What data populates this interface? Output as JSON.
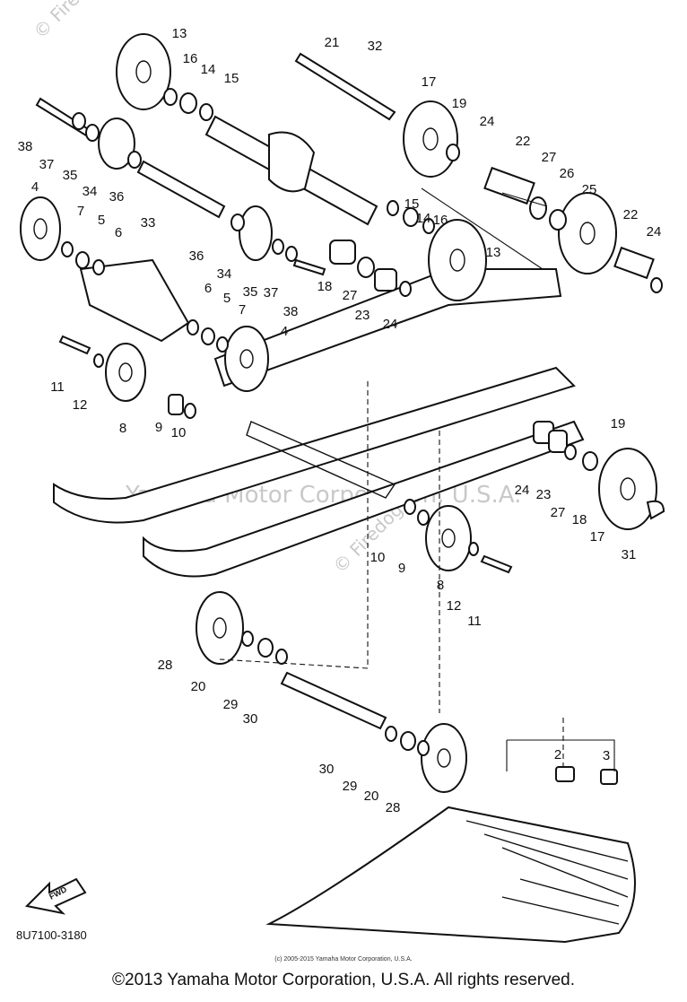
{
  "diagram_code": "8U7100-3180",
  "fwd_label": "FWD",
  "watermarks": {
    "center": "Yamaha Motor Corporation, U.S.A.",
    "side": "© Firedog.com",
    "mid": "© Firedog.com"
  },
  "small_copyright": "(c) 2005-2015 Yamaha Motor Corporation, U.S.A.",
  "footer_copyright": "©2013 Yamaha Motor Corporation, U.S.A. All rights reserved.",
  "callouts": [
    "13",
    "16",
    "14",
    "15",
    "21",
    "32",
    "17",
    "19",
    "24",
    "22",
    "27",
    "26",
    "25",
    "38",
    "37",
    "35",
    "34",
    "36",
    "33",
    "4",
    "7",
    "5",
    "6",
    "15",
    "14",
    "16",
    "13",
    "22",
    "24",
    "36",
    "34",
    "35",
    "37",
    "38",
    "18",
    "27",
    "23",
    "24",
    "6",
    "5",
    "7",
    "4",
    "11",
    "12",
    "8",
    "9",
    "10",
    "19",
    "24",
    "23",
    "27",
    "18",
    "17",
    "31",
    "10",
    "9",
    "8",
    "12",
    "11",
    "28",
    "20",
    "29",
    "30",
    "30",
    "29",
    "20",
    "28",
    "2",
    "3"
  ]
}
